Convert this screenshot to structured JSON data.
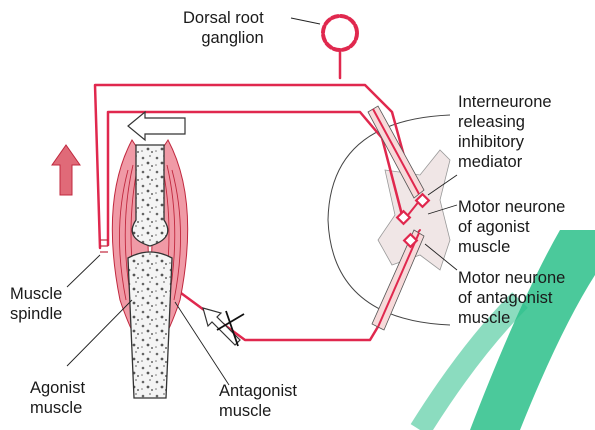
{
  "colors": {
    "nerve": "#e0284e",
    "muscle": "#f09aa6",
    "muscle_stripe": "#c0283e",
    "arrow_fill": "#e06a78",
    "cord_grey": "#f0e6e6",
    "outline": "#222222",
    "watermark": "#2bbf8a"
  },
  "labels": {
    "dorsal_root_ganglion": "Dorsal root\nganglion",
    "interneurone": "Interneurone\nreleasing\ninhibitory\nmediator",
    "motor_agonist": "Motor neurone\nof agonist\nmuscle",
    "motor_antagonist": "Motor neurone\nof antagonist\nmuscle",
    "muscle_spindle": "Muscle\nspindle",
    "agonist_muscle": "Agonist\nmuscle",
    "antagonist_muscle": "Antagonist\nmuscle"
  },
  "icons": {
    "upward_arrow": "arrow-up-icon",
    "leftward_arrow": "arrow-left-icon",
    "blocked_arrow": "arrow-blocked-icon"
  }
}
